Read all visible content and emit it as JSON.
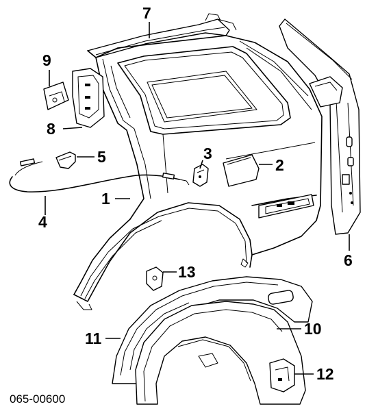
{
  "diagram": {
    "callouts": [
      {
        "id": "1",
        "text": "1"
      },
      {
        "id": "2",
        "text": "2"
      },
      {
        "id": "3",
        "text": "3"
      },
      {
        "id": "4",
        "text": "4"
      },
      {
        "id": "5",
        "text": "5"
      },
      {
        "id": "6",
        "text": "6"
      },
      {
        "id": "7",
        "text": "7"
      },
      {
        "id": "8",
        "text": "8"
      },
      {
        "id": "9",
        "text": "9"
      },
      {
        "id": "10",
        "text": "10"
      },
      {
        "id": "11",
        "text": "11"
      },
      {
        "id": "12",
        "text": "12"
      },
      {
        "id": "13",
        "text": "13"
      }
    ],
    "diagram_code": "065-00600"
  }
}
